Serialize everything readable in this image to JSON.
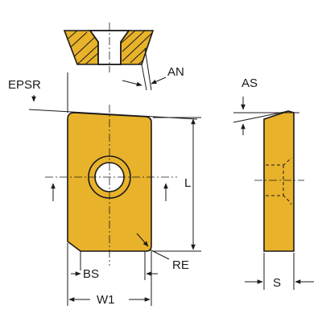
{
  "labels": {
    "an": "AN",
    "epsr": "EPSR",
    "as": "AS",
    "l": "L",
    "re": "RE",
    "bs": "BS",
    "w1": "W1",
    "s": "S"
  },
  "colors": {
    "insert": "#e8b22a",
    "line": "#1a1a1a",
    "background": "#ffffff"
  }
}
